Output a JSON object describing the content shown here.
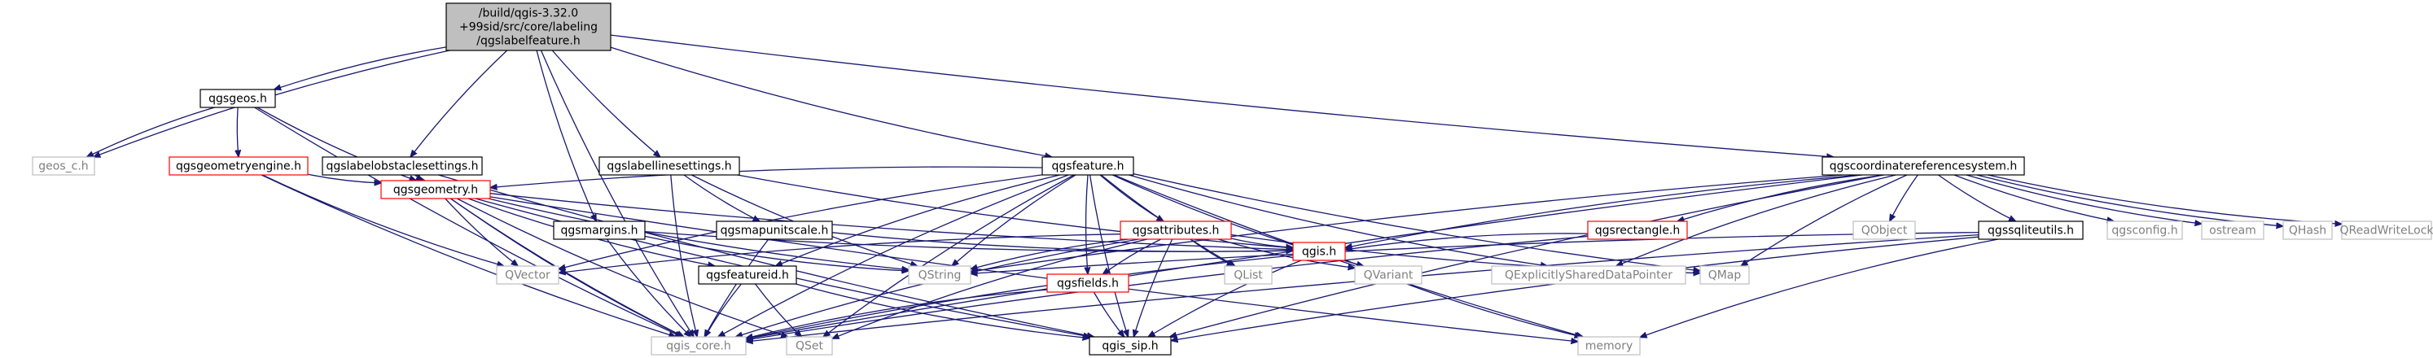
{
  "graph": {
    "colors": {
      "edge": "#191970",
      "root_fill": "#bfbfbf",
      "node_border_black": "#000000",
      "node_border_red": "#ff0000",
      "node_border_gray": "#bfbfbf",
      "text": "#000000",
      "external_text": "#808080"
    },
    "nodes": [
      {
        "id": "root",
        "lines": [
          "/build/qgis-3.32.0",
          "+99sid/src/core/labeling",
          "/qgslabelfeature.h"
        ],
        "kind": "root"
      },
      {
        "id": "qgsgeos",
        "lines": [
          "qgsgeos.h"
        ],
        "kind": "normal"
      },
      {
        "id": "geos_c",
        "lines": [
          "geos_c.h"
        ],
        "kind": "external"
      },
      {
        "id": "qgsgeometryengine",
        "lines": [
          "qgsgeometryengine.h"
        ],
        "kind": "truncated"
      },
      {
        "id": "qgslabelobstaclesettings",
        "lines": [
          "qgslabelobstaclesettings.h"
        ],
        "kind": "normal"
      },
      {
        "id": "qgslabellinesettings",
        "lines": [
          "qgslabellinesettings.h"
        ],
        "kind": "normal"
      },
      {
        "id": "qgsgeometry",
        "lines": [
          "qgsgeometry.h"
        ],
        "kind": "truncated"
      },
      {
        "id": "qgsmargins",
        "lines": [
          "qgsmargins.h"
        ],
        "kind": "normal"
      },
      {
        "id": "qgsmapunitscale",
        "lines": [
          "qgsmapunitscale.h"
        ],
        "kind": "normal"
      },
      {
        "id": "qgsfeature",
        "lines": [
          "qgsfeature.h"
        ],
        "kind": "normal"
      },
      {
        "id": "qgsattributes",
        "lines": [
          "qgsattributes.h"
        ],
        "kind": "truncated"
      },
      {
        "id": "qgsfeatureid",
        "lines": [
          "qgsfeatureid.h"
        ],
        "kind": "normal"
      },
      {
        "id": "qgsfields",
        "lines": [
          "qgsfields.h"
        ],
        "kind": "truncated"
      },
      {
        "id": "qgis",
        "lines": [
          "qgis.h"
        ],
        "kind": "truncated"
      },
      {
        "id": "QVector",
        "lines": [
          "QVector"
        ],
        "kind": "external"
      },
      {
        "id": "QString",
        "lines": [
          "QString"
        ],
        "kind": "external"
      },
      {
        "id": "QList",
        "lines": [
          "QList"
        ],
        "kind": "external"
      },
      {
        "id": "QVariant",
        "lines": [
          "QVariant"
        ],
        "kind": "external"
      },
      {
        "id": "QExplicitlySharedDataPointer",
        "lines": [
          "QExplicitlySharedDataPointer"
        ],
        "kind": "external"
      },
      {
        "id": "QMap",
        "lines": [
          "QMap"
        ],
        "kind": "external"
      },
      {
        "id": "qgscoordinatereferencesystem",
        "lines": [
          "qgscoordinatereferencesystem.h"
        ],
        "kind": "normal"
      },
      {
        "id": "qgsrectangle",
        "lines": [
          "qgsrectangle.h"
        ],
        "kind": "truncated"
      },
      {
        "id": "QObject",
        "lines": [
          "QObject"
        ],
        "kind": "external"
      },
      {
        "id": "qgssqliteutils",
        "lines": [
          "qgssqliteutils.h"
        ],
        "kind": "normal"
      },
      {
        "id": "qgsconfig",
        "lines": [
          "qgsconfig.h"
        ],
        "kind": "external"
      },
      {
        "id": "ostream",
        "lines": [
          "ostream"
        ],
        "kind": "external"
      },
      {
        "id": "QHash",
        "lines": [
          "QHash"
        ],
        "kind": "external"
      },
      {
        "id": "QReadWriteLock",
        "lines": [
          "QReadWriteLock"
        ],
        "kind": "external"
      },
      {
        "id": "qgis_core",
        "lines": [
          "qgis_core.h"
        ],
        "kind": "external"
      },
      {
        "id": "QSet",
        "lines": [
          "QSet"
        ],
        "kind": "external"
      },
      {
        "id": "qgis_sip",
        "lines": [
          "qgis_sip.h"
        ],
        "kind": "normal"
      },
      {
        "id": "memory",
        "lines": [
          "memory"
        ],
        "kind": "external"
      }
    ],
    "edges": [
      [
        "root",
        "qgsgeos"
      ],
      [
        "root",
        "geos_c"
      ],
      [
        "root",
        "qgslabelobstaclesettings"
      ],
      [
        "root",
        "qgslabellinesettings"
      ],
      [
        "root",
        "qgsmargins"
      ],
      [
        "root",
        "qgsfeature"
      ],
      [
        "root",
        "qgscoordinatereferencesystem"
      ],
      [
        "root",
        "qgis_core"
      ],
      [
        "qgsgeos",
        "geos_c"
      ],
      [
        "qgsgeos",
        "qgsgeometryengine"
      ],
      [
        "qgsgeos",
        "qgsgeometry"
      ],
      [
        "qgsgeos",
        "qgis_core"
      ],
      [
        "qgsgeometryengine",
        "qgsgeometry"
      ],
      [
        "qgsgeometryengine",
        "qgis_core"
      ],
      [
        "qgsgeometryengine",
        "QVector"
      ],
      [
        "qgslabelobstaclesettings",
        "qgsgeometry"
      ],
      [
        "qgslabelobstaclesettings",
        "qgis_core"
      ],
      [
        "qgslabelobstaclesettings",
        "qgis_sip"
      ],
      [
        "qgslabellinesettings",
        "qgsmapunitscale"
      ],
      [
        "qgslabellinesettings",
        "qgis_core"
      ],
      [
        "qgslabellinesettings",
        "QString"
      ],
      [
        "qgslabellinesettings",
        "qgis"
      ],
      [
        "qgsgeometry",
        "QVector"
      ],
      [
        "qgsgeometry",
        "QString"
      ],
      [
        "qgsgeometry",
        "qgsfeatureid"
      ],
      [
        "qgsgeometry",
        "qgis_core"
      ],
      [
        "qgsgeometry",
        "qgis_sip"
      ],
      [
        "qgsgeometry",
        "QSet"
      ],
      [
        "qgsgeometry",
        "memory"
      ],
      [
        "qgsgeometry",
        "qgis"
      ],
      [
        "qgsmargins",
        "qgis"
      ],
      [
        "qgsmargins",
        "qgis_core"
      ],
      [
        "qgsmargins",
        "QString"
      ],
      [
        "qgsmapunitscale",
        "qgis"
      ],
      [
        "qgsmapunitscale",
        "qgis_core"
      ],
      [
        "qgsfeature",
        "qgsgeometry"
      ],
      [
        "qgsfeature",
        "qgsattributes"
      ],
      [
        "qgsfeature",
        "qgsfields"
      ],
      [
        "qgsfeature",
        "qgsfeatureid"
      ],
      [
        "qgsfeature",
        "QVector"
      ],
      [
        "qgsfeature",
        "QString"
      ],
      [
        "qgsfeature",
        "QList"
      ],
      [
        "qgsfeature",
        "QVariant"
      ],
      [
        "qgsfeature",
        "QExplicitlySharedDataPointer"
      ],
      [
        "qgsfeature",
        "QMap"
      ],
      [
        "qgsfeature",
        "qgis_core"
      ],
      [
        "qgsfeature",
        "qgis_sip"
      ],
      [
        "qgsfeature",
        "QSet"
      ],
      [
        "qgsfeature",
        "memory"
      ],
      [
        "qgsattributes",
        "QVector"
      ],
      [
        "qgsattributes",
        "QString"
      ],
      [
        "qgsattributes",
        "QList"
      ],
      [
        "qgsattributes",
        "QVariant"
      ],
      [
        "qgsattributes",
        "QMap"
      ],
      [
        "qgsattributes",
        "qgis"
      ],
      [
        "qgsattributes",
        "qgsfields"
      ],
      [
        "qgsattributes",
        "qgis_core"
      ],
      [
        "qgsattributes",
        "qgis_sip"
      ],
      [
        "qgsattributes",
        "QSet"
      ],
      [
        "qgsfeatureid",
        "qgis_core"
      ],
      [
        "qgsfeatureid",
        "QSet"
      ],
      [
        "qgsfeatureid",
        "qgis_sip"
      ],
      [
        "qgsfields",
        "qgis_core"
      ],
      [
        "qgsfields",
        "qgis_sip"
      ],
      [
        "qgis",
        "qgis_sip"
      ],
      [
        "qgis",
        "memory"
      ],
      [
        "qgis",
        "qgis_core"
      ],
      [
        "qgscoordinatereferencesystem",
        "QString"
      ],
      [
        "qgscoordinatereferencesystem",
        "qgsrectangle"
      ],
      [
        "qgscoordinatereferencesystem",
        "QObject"
      ],
      [
        "qgscoordinatereferencesystem",
        "qgssqliteutils"
      ],
      [
        "qgscoordinatereferencesystem",
        "qgsconfig"
      ],
      [
        "qgscoordinatereferencesystem",
        "ostream"
      ],
      [
        "qgscoordinatereferencesystem",
        "QHash"
      ],
      [
        "qgscoordinatereferencesystem",
        "QReadWriteLock"
      ],
      [
        "qgscoordinatereferencesystem",
        "QExplicitlySharedDataPointer"
      ],
      [
        "qgscoordinatereferencesystem",
        "QMap"
      ],
      [
        "qgscoordinatereferencesystem",
        "qgis"
      ],
      [
        "qgscoordinatereferencesystem",
        "qgis_core"
      ],
      [
        "qgscoordinatereferencesystem",
        "qgis_sip"
      ],
      [
        "qgsrectangle",
        "qgis"
      ],
      [
        "qgsrectangle",
        "qgis_core"
      ],
      [
        "qgssqliteutils",
        "QString"
      ],
      [
        "qgssqliteutils",
        "qgis_core"
      ],
      [
        "qgssqliteutils",
        "qgis_sip"
      ],
      [
        "qgssqliteutils",
        "memory"
      ]
    ]
  }
}
